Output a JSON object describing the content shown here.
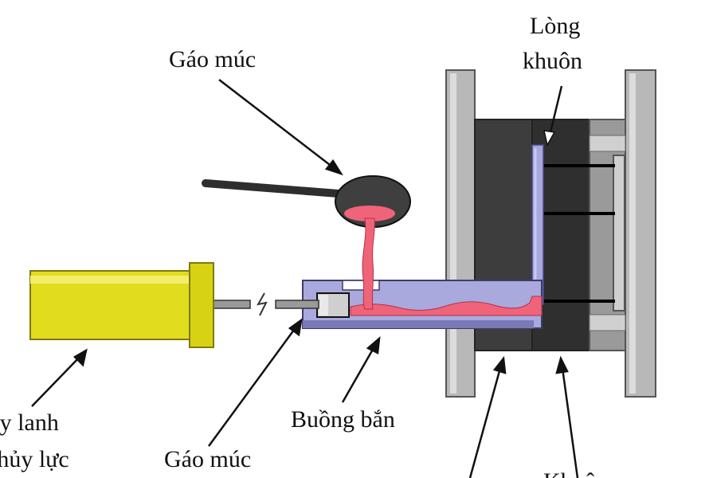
{
  "labels": {
    "ladle_top": "Gáo múc",
    "cavity_line1": "Lòng",
    "cavity_line2": "khuôn",
    "cylinder_line1": "Xy lanh",
    "cylinder_line2": "thủy lực",
    "plunger": "Gáo múc",
    "shot_chamber": "Buồng bắn",
    "mold": "Khuôn"
  },
  "icons": {
    "break": "break-symbol"
  },
  "colors": {
    "cylinder": "#e2dc1e",
    "cylinder_edge": "#7d7a10",
    "metal": "#f0647a",
    "chamber": "#a8a8e0",
    "chamber_dark": "#7a7ab8",
    "platen": "#b5b5b5",
    "mold_dark": "#3a3a3a",
    "ladle": "#3a3a3a"
  }
}
